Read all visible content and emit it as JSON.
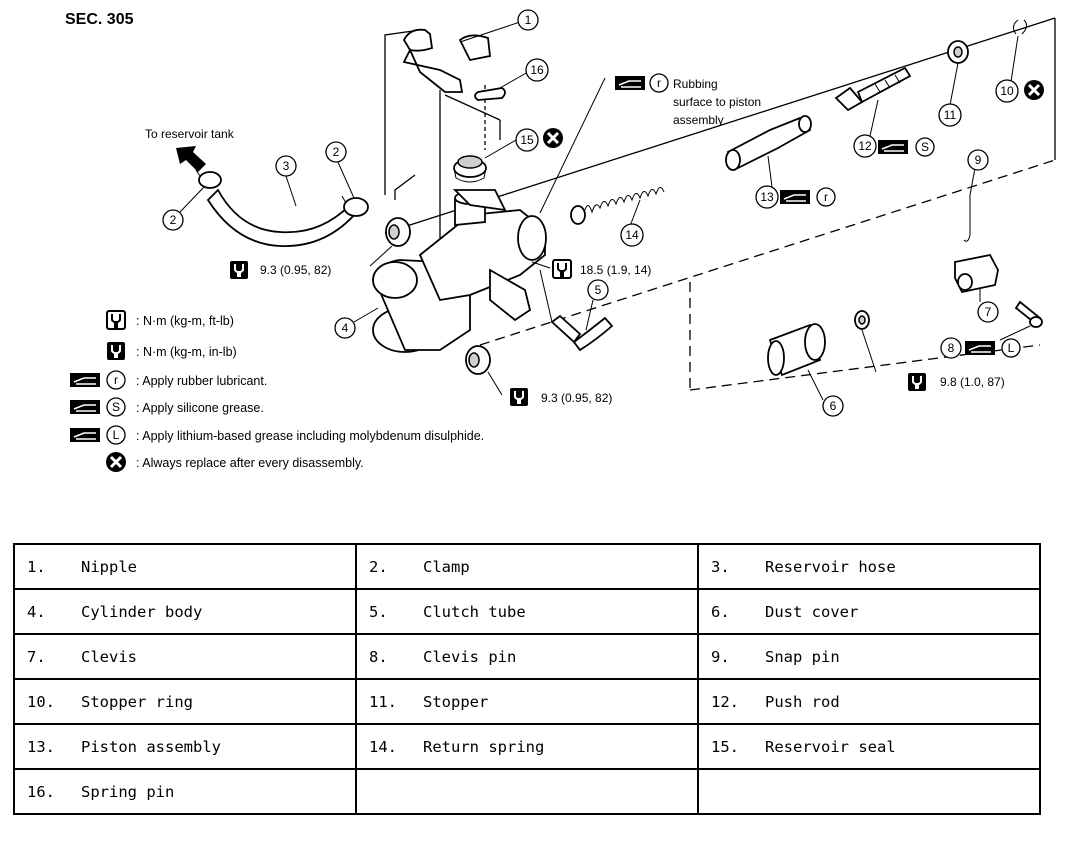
{
  "diagram": {
    "section": "SEC. 305",
    "reservoir_note": "To reservoir tank",
    "rubbing_note": [
      "Rubbing",
      "surface to piston",
      "assembly"
    ],
    "rubbing_symbol_letter": "r",
    "torque_callouts": [
      {
        "value": "9.3 (0.95, 82)"
      },
      {
        "value": "18.5 (1.9, 14)"
      },
      {
        "value": "9.3 (0.95, 82)"
      },
      {
        "value": "9.8 (1.0, 87)"
      }
    ],
    "callout_numbers": [
      "1",
      "2",
      "2",
      "3",
      "4",
      "5",
      "6",
      "7",
      "8",
      "9",
      "10",
      "11",
      "12",
      "13",
      "14",
      "15",
      "16"
    ],
    "part_symbols": {
      "p12": "S",
      "p13": "r",
      "p8": "L"
    },
    "legend": [
      {
        "letter": "",
        "text": ": N·m (kg-m, ft-lb)"
      },
      {
        "letter": "",
        "text": ": N·m (kg-m, in-lb)"
      },
      {
        "letter": "r",
        "text": ": Apply rubber lubricant."
      },
      {
        "letter": "S",
        "text": ": Apply silicone grease."
      },
      {
        "letter": "L",
        "text": ": Apply lithium-based grease including molybdenum disulphide."
      },
      {
        "letter": "",
        "text": ": Always replace after every disassembly."
      }
    ]
  },
  "parts_table": [
    [
      {
        "num": "1.",
        "name": "Nipple"
      },
      {
        "num": "2.",
        "name": "Clamp"
      },
      {
        "num": "3.",
        "name": "Reservoir hose"
      }
    ],
    [
      {
        "num": "4.",
        "name": "Cylinder body"
      },
      {
        "num": "5.",
        "name": "Clutch tube"
      },
      {
        "num": "6.",
        "name": "Dust cover"
      }
    ],
    [
      {
        "num": "7.",
        "name": "Clevis"
      },
      {
        "num": "8.",
        "name": "Clevis pin"
      },
      {
        "num": "9.",
        "name": "Snap pin"
      }
    ],
    [
      {
        "num": "10.",
        "name": "Stopper ring"
      },
      {
        "num": "11.",
        "name": "Stopper"
      },
      {
        "num": "12.",
        "name": "Push rod"
      }
    ],
    [
      {
        "num": "13.",
        "name": "Piston assembly"
      },
      {
        "num": "14.",
        "name": "Return spring"
      },
      {
        "num": "15.",
        "name": "Reservoir seal"
      }
    ],
    [
      {
        "num": "16.",
        "name": "Spring pin"
      },
      {
        "num": "",
        "name": ""
      },
      {
        "num": "",
        "name": ""
      }
    ]
  ]
}
